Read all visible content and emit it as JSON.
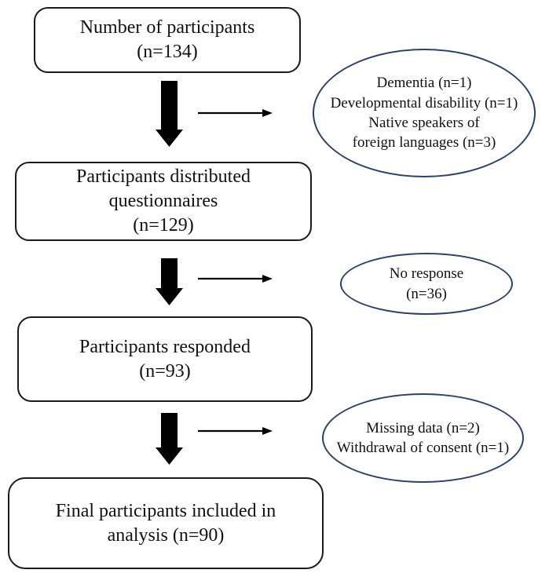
{
  "colors": {
    "background": "#ffffff",
    "box_border": "#1b1b1b",
    "ellipse_border": "#2b4168",
    "arrow": "#000000",
    "text": "#111111"
  },
  "flow": {
    "boxes": [
      {
        "id": "number-of-participants",
        "lines": [
          "Number of participants",
          "(n=134)"
        ]
      },
      {
        "id": "distributed-questionnaires",
        "lines": [
          "Participants distributed",
          "questionnaires",
          "(n=129)"
        ]
      },
      {
        "id": "participants-responded",
        "lines": [
          "Participants responded",
          "(n=93)"
        ]
      },
      {
        "id": "final-participants",
        "lines": [
          "Final participants included in",
          "analysis (n=90)"
        ]
      }
    ],
    "exclusions": [
      {
        "id": "enrollment-exclusions",
        "lines": [
          "Dementia (n=1)",
          "Developmental disability (n=1)",
          "Native speakers of",
          "foreign languages (n=3)"
        ]
      },
      {
        "id": "no-response",
        "lines": [
          "No response",
          "(n=36)"
        ]
      },
      {
        "id": "analysis-exclusions",
        "lines": [
          "Missing data (n=2)",
          "Withdrawal of consent (n=1)"
        ]
      }
    ]
  }
}
